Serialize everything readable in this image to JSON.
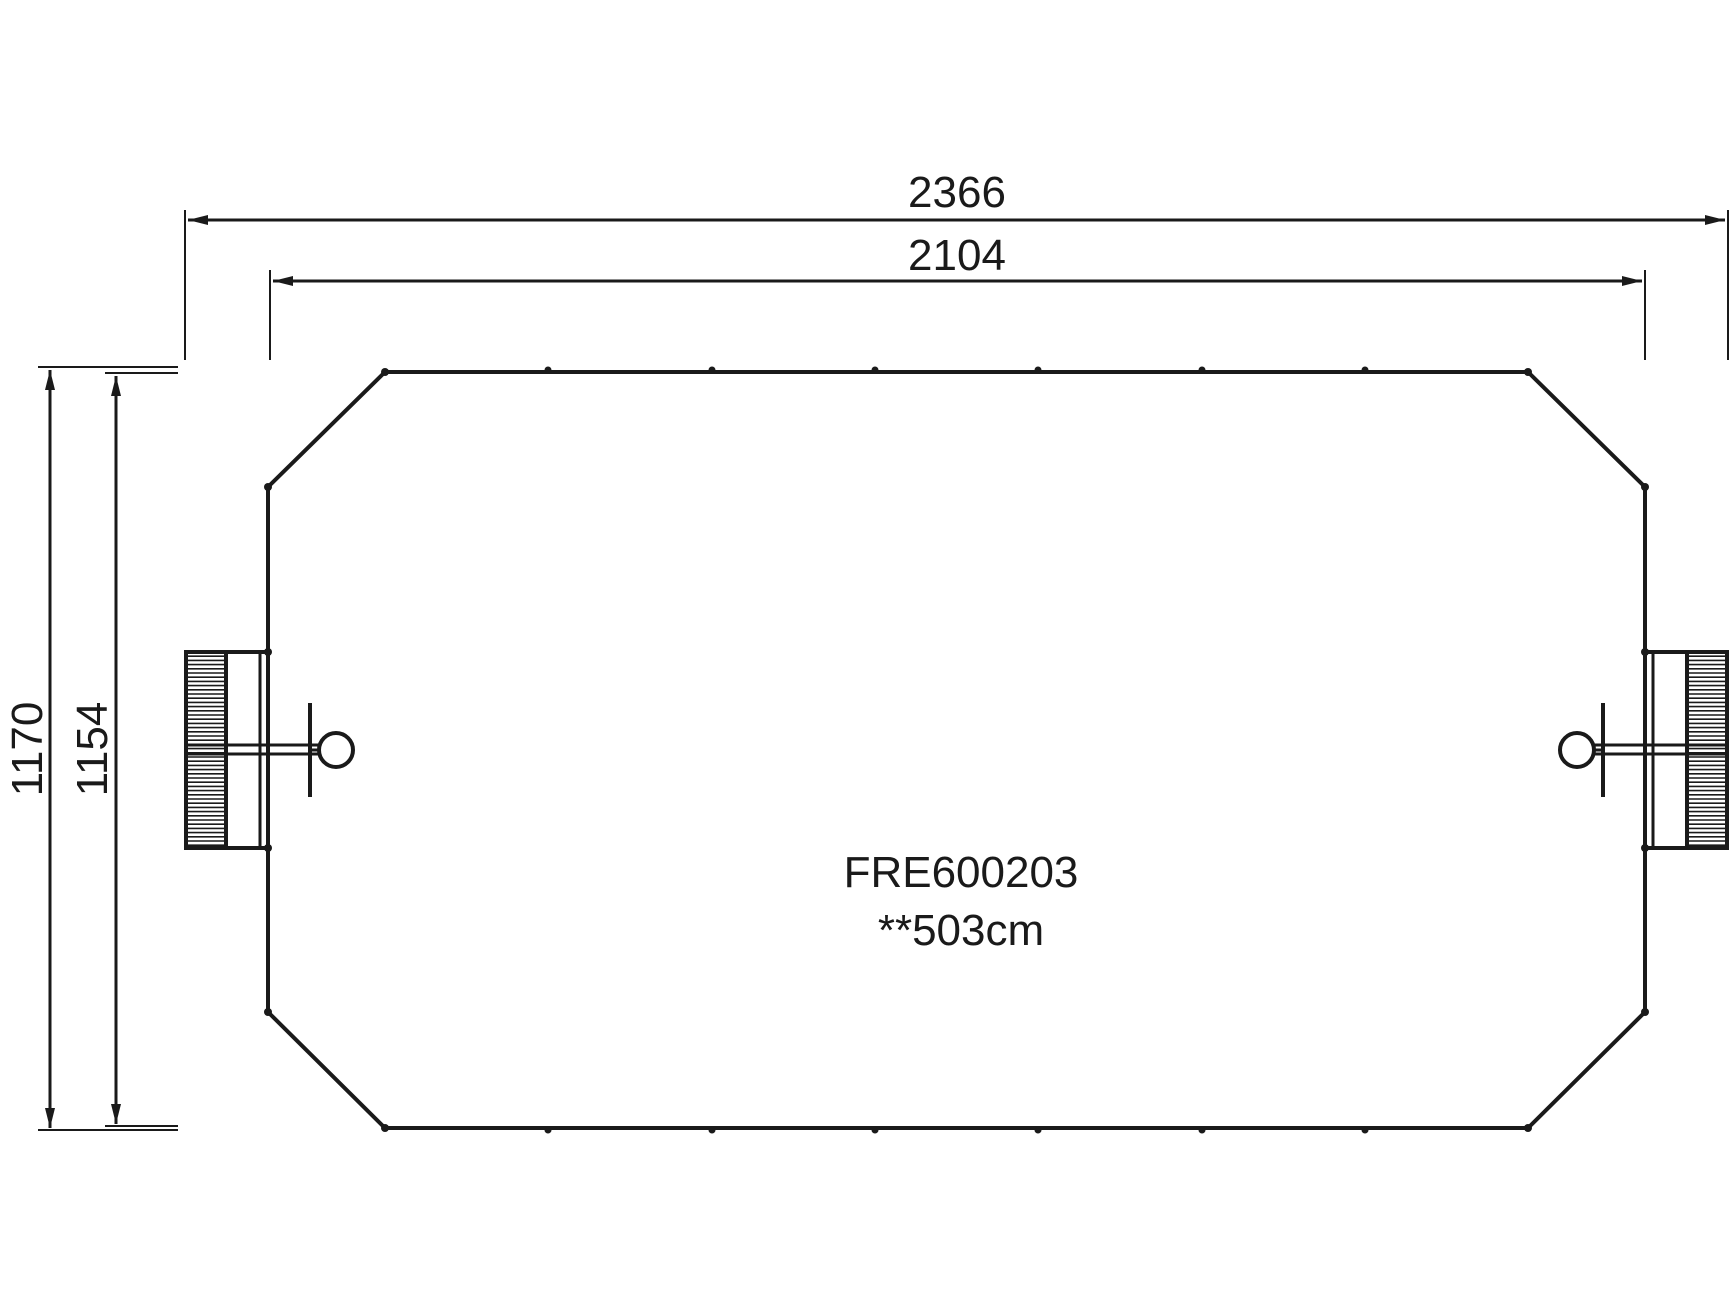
{
  "dimensions": {
    "overall_width": "2366",
    "inner_width": "2104",
    "overall_height": "1170",
    "inner_height": "1154"
  },
  "product": {
    "code": "FRE600203",
    "height_note": "**503cm"
  },
  "colors": {
    "line": "#1a1a1a",
    "background": "#ffffff"
  }
}
